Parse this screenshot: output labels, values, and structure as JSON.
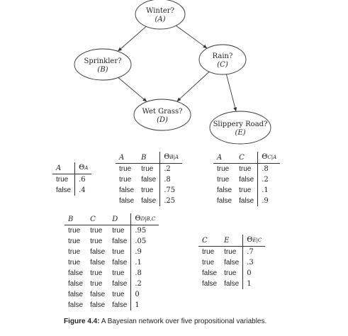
{
  "nodes": [
    {
      "id": "A",
      "label": "Winter?",
      "sub": "(A)"
    },
    {
      "id": "B",
      "label": "Sprinkler?",
      "sub": "(B)"
    },
    {
      "id": "C",
      "label": "Rain?",
      "sub": "(C)"
    },
    {
      "id": "D",
      "label": "Wet Grass?",
      "sub": "(D)"
    },
    {
      "id": "E",
      "label": "Slippery Road?",
      "sub": "(E)"
    }
  ],
  "edges": [
    {
      "from": "A",
      "to": "B"
    },
    {
      "from": "A",
      "to": "C"
    },
    {
      "from": "B",
      "to": "D"
    },
    {
      "from": "C",
      "to": "D"
    },
    {
      "from": "C",
      "to": "E"
    }
  ],
  "tables": {
    "theta_a": {
      "headers": [
        "A"
      ],
      "theta": "Θ",
      "theta_sub": "A",
      "rows": [
        [
          "true",
          ".6"
        ],
        [
          "false",
          ".4"
        ]
      ]
    },
    "theta_b": {
      "headers": [
        "A",
        "B"
      ],
      "theta": "Θ",
      "theta_sub": "B|A",
      "rows": [
        [
          "true",
          "true",
          ".2"
        ],
        [
          "true",
          "false",
          ".8"
        ],
        [
          "false",
          "true",
          ".75"
        ],
        [
          "false",
          "false",
          ".25"
        ]
      ]
    },
    "theta_c": {
      "headers": [
        "A",
        "C"
      ],
      "theta": "Θ",
      "theta_sub": "C|A",
      "rows": [
        [
          "true",
          "true",
          ".8"
        ],
        [
          "true",
          "false",
          ".2"
        ],
        [
          "false",
          "true",
          ".1"
        ],
        [
          "false",
          "false",
          ".9"
        ]
      ]
    },
    "theta_d": {
      "headers": [
        "B",
        "C",
        "D"
      ],
      "theta": "Θ",
      "theta_sub": "D|B,C",
      "rows": [
        [
          "true",
          "true",
          "true",
          ".95"
        ],
        [
          "true",
          "true",
          "false",
          ".05"
        ],
        [
          "true",
          "false",
          "true",
          ".9"
        ],
        [
          "true",
          "false",
          "false",
          ".1"
        ],
        [
          "false",
          "true",
          "true",
          ".8"
        ],
        [
          "false",
          "true",
          "false",
          ".2"
        ],
        [
          "false",
          "false",
          "true",
          "0"
        ],
        [
          "false",
          "false",
          "false",
          "1"
        ]
      ]
    },
    "theta_e": {
      "headers": [
        "C",
        "E"
      ],
      "theta": "Θ",
      "theta_sub": "E|C",
      "rows": [
        [
          "true",
          "true",
          ".7"
        ],
        [
          "true",
          "false",
          ".3"
        ],
        [
          "false",
          "true",
          "0"
        ],
        [
          "false",
          "false",
          "1"
        ]
      ]
    }
  },
  "caption": {
    "label": "Figure 4.4:",
    "text": "A Bayesian network over five propositional variables."
  }
}
